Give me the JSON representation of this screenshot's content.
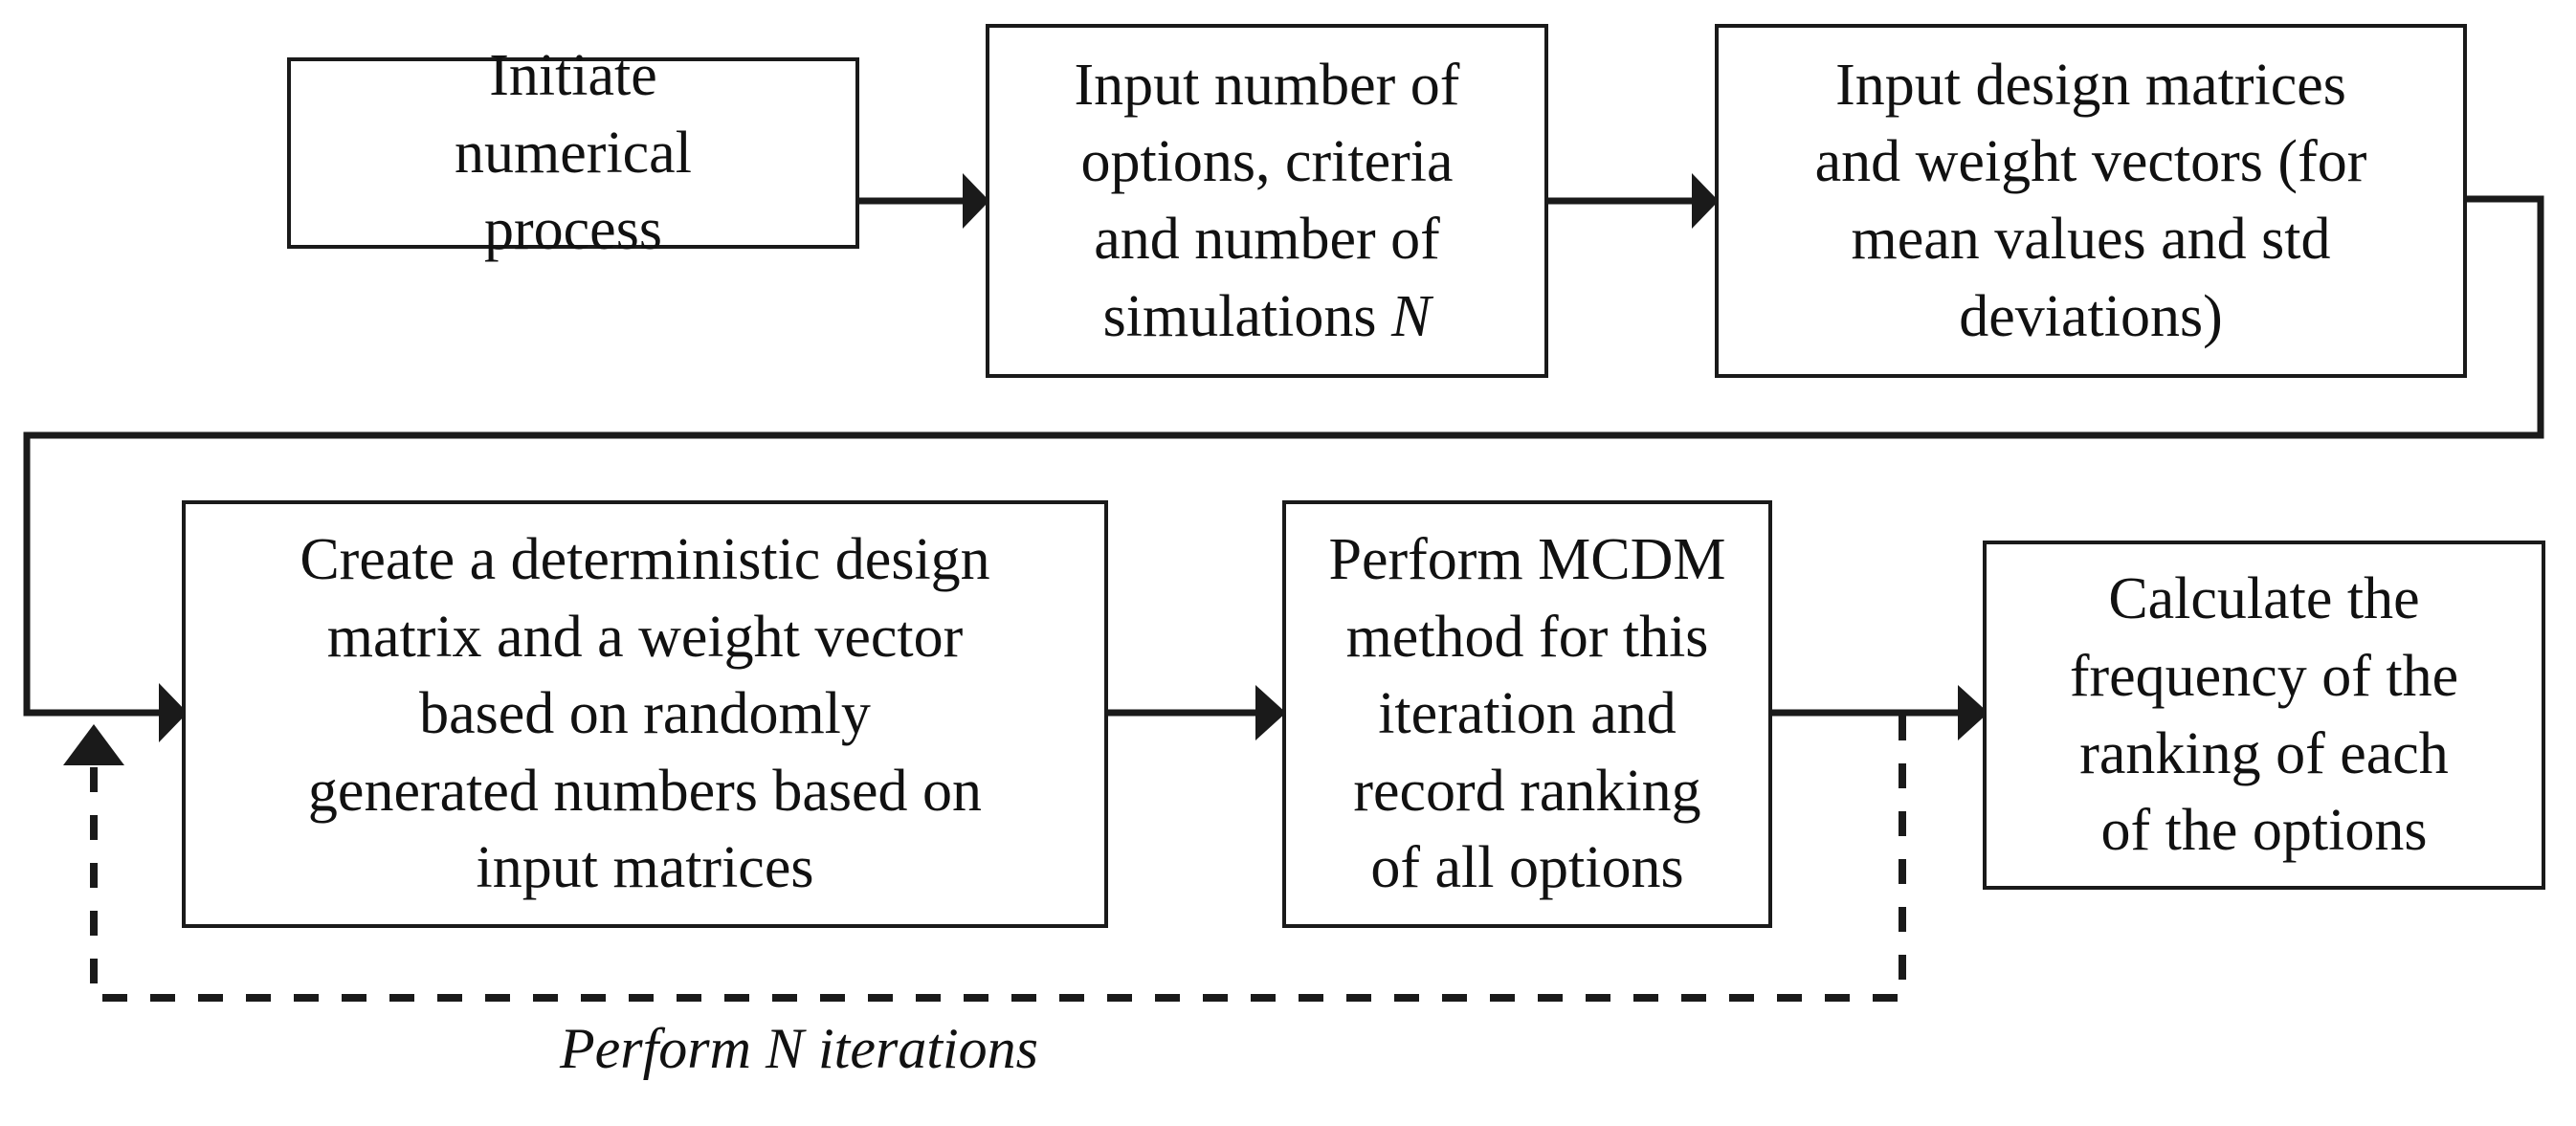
{
  "diagram": {
    "title": "Monte Carlo MCDM numerical process flowchart",
    "nodes": [
      {
        "id": "initiate",
        "label": "Initiate\nnumerical\nprocess"
      },
      {
        "id": "input_counts",
        "label": "Input number of\noptions, criteria\nand number of\nsimulations "
      },
      {
        "id": "input_design",
        "label": "Input design matrices\nand weight vectors (for\nmean values and std\ndeviations)"
      },
      {
        "id": "create_matrix",
        "label": "Create a deterministic design\nmatrix and a weight vector\nbased on randomly\ngenerated numbers based on\ninput matrices"
      },
      {
        "id": "perform_mcdm",
        "label": "Perform MCDM\nmethod for this\niteration and\nrecord ranking\nof all options"
      },
      {
        "id": "calc_freq",
        "label": "Calculate the\nfrequency of the\nranking of each\nof the options"
      }
    ],
    "italic_symbols": {
      "simulations_n": "N"
    },
    "loop_caption": "Perform N iterations",
    "loop_caption_parts": {
      "prefix": "Perform ",
      "symbol": "N",
      "suffix": " iterations"
    },
    "colors": {
      "stroke": "#1a1a1a",
      "text": "#111111",
      "background": "#ffffff"
    },
    "edges": [
      {
        "id": "e1",
        "from": "initiate",
        "to": "input_counts",
        "style": "solid",
        "arrow": true
      },
      {
        "id": "e2",
        "from": "input_counts",
        "to": "input_design",
        "style": "solid",
        "arrow": true
      },
      {
        "id": "e3",
        "from": "input_design",
        "to": "create_matrix",
        "style": "solid",
        "arrow": true,
        "routing": "wrap-right-down-left"
      },
      {
        "id": "e4",
        "from": "create_matrix",
        "to": "perform_mcdm",
        "style": "solid",
        "arrow": true
      },
      {
        "id": "e5",
        "from": "perform_mcdm",
        "to": "calc_freq",
        "style": "solid",
        "arrow": true
      },
      {
        "id": "e6",
        "from": "perform_mcdm",
        "to": "create_matrix",
        "style": "dashed",
        "arrow": true,
        "routing": "down-left-up",
        "label": "Perform N iterations"
      }
    ]
  }
}
